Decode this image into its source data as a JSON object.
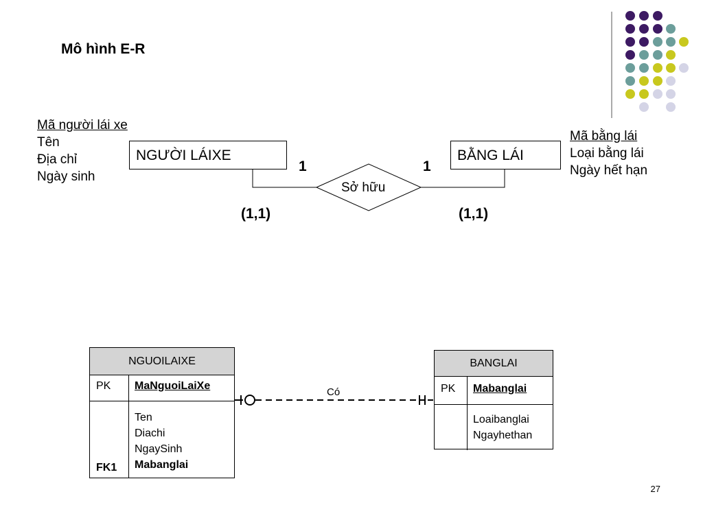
{
  "title": "Mô hình E-R",
  "entity_left": {
    "name": "NGƯỜI LÁIXE",
    "attributes": [
      {
        "text": "Mã người lái xe",
        "key": true
      },
      {
        "text": "Tên",
        "key": false
      },
      {
        "text": "Địa chỉ",
        "key": false
      },
      {
        "text": "Ngày sinh",
        "key": false
      }
    ]
  },
  "entity_right": {
    "name": "BẰNG LÁI",
    "attributes": [
      {
        "text": "Mã bằng lái",
        "key": true
      },
      {
        "text": "Loại bằng lái",
        "key": false
      },
      {
        "text": "Ngày hết hạn",
        "key": false
      }
    ]
  },
  "relationship": {
    "name": "Sở hữu",
    "left_card": "1",
    "right_card": "1",
    "left_participation": "(1,1)",
    "right_participation": "(1,1)"
  },
  "table_left": {
    "name": "NGUOILAIXE",
    "pk_label": "PK",
    "pk_field": "MaNguoiLaiXe",
    "fields": [
      "Ten",
      "Diachi",
      "NgaySinh"
    ],
    "fk_label": "FK1",
    "fk_field": "Mabanglai"
  },
  "table_right": {
    "name": "BANGLAI",
    "pk_label": "PK",
    "pk_field": "Mabanglai",
    "fields": [
      "Loaibanglai",
      "Ngayhethan"
    ]
  },
  "link_label": "Có",
  "slide_number": "27",
  "colors": {
    "purple": "#3d1a63",
    "teal": "#6c9e9b",
    "yellow": "#c8c81e",
    "lavender": "#d4d4e6",
    "header_gray": "#d4d4d4"
  }
}
